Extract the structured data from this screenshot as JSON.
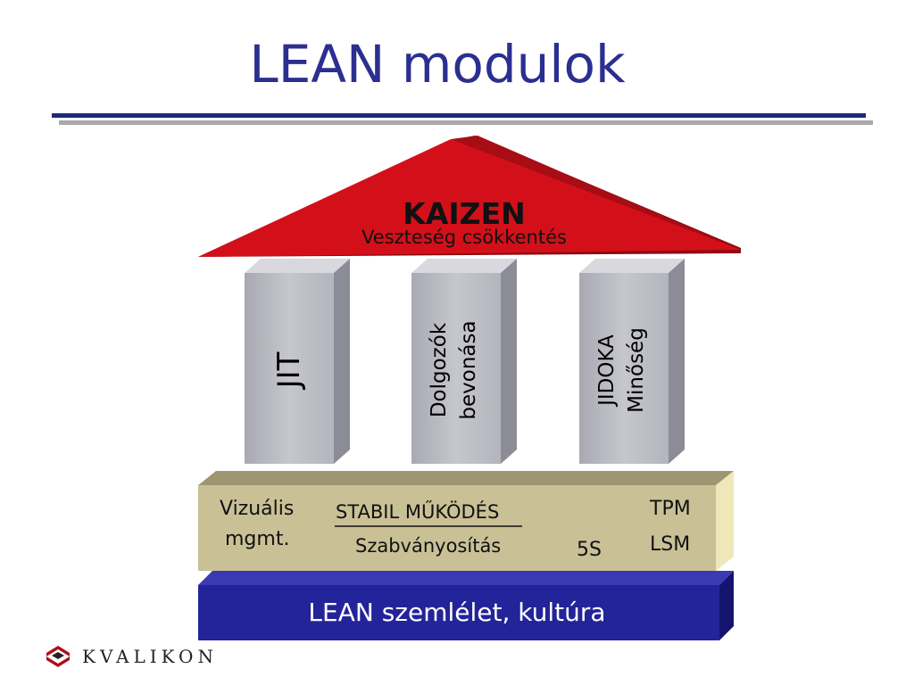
{
  "title": "LEAN modulok",
  "roof": {
    "title": "KAIZEN",
    "subtitle": "Veszteség csökkentés"
  },
  "pillars": [
    {
      "lines": [
        "JIT"
      ]
    },
    {
      "lines": [
        "Dolgozók",
        "bevonása"
      ]
    },
    {
      "lines": [
        "JIDOKA",
        "Minőség"
      ]
    }
  ],
  "base": {
    "visual_line1": "Vizuális",
    "visual_line2": "mgmt.",
    "stable": "STABIL MŰKÖDÉS",
    "standardization": "Szabványosítás",
    "five_s": "5S",
    "tpm": "TPM",
    "lsm": "LSM"
  },
  "foundation": {
    "text": "LEAN szemlélet, kultúra"
  },
  "brand": {
    "name": "KVALIKON"
  },
  "colors": {
    "title": "#2b2f8f",
    "roof": "#cc0a14",
    "pillar": "#bcbcc4",
    "base": "#c8bf95",
    "foundation": "#23239a"
  }
}
